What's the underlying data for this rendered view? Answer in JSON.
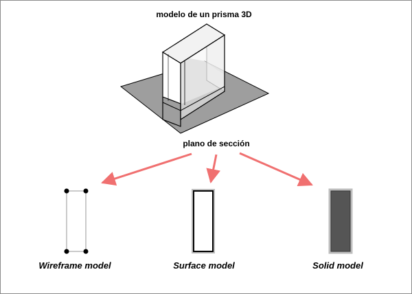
{
  "labels": {
    "prism_title": "modelo de un prisma 3D",
    "section_plane": "plano de sección"
  },
  "models": [
    {
      "id": "wireframe",
      "label": "Wireframe model"
    },
    {
      "id": "surface",
      "label": "Surface model"
    },
    {
      "id": "solid",
      "label": "Solid model"
    }
  ],
  "colors": {
    "plane_fill": "#9e9e9e",
    "plane_top_patch": "#cfcfcf",
    "prism_face": "#f2f2f2",
    "arrow": "#f07070",
    "wire_edge": "#b8b8b8",
    "vertex": "#000000",
    "surface_outline": "#000000",
    "solid_fill": "#555555"
  }
}
